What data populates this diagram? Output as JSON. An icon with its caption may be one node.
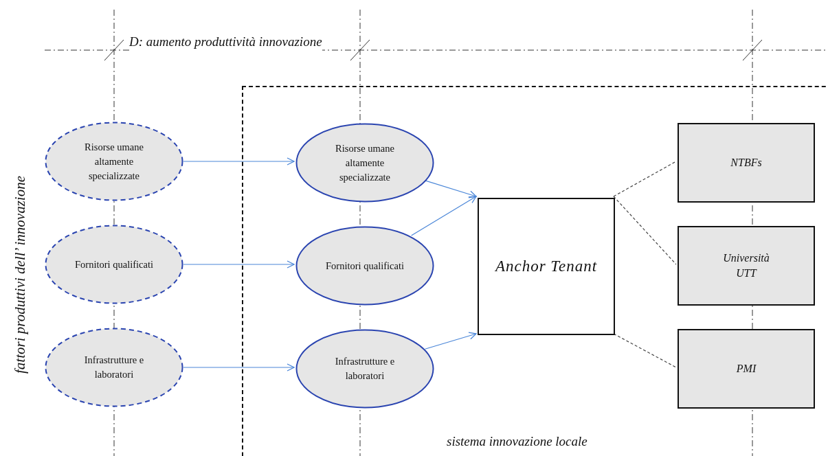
{
  "diagram": {
    "nodes": [
      {
        "text": [
          "Risorse umane altamente specializzate"
        ]
      },
      {
        "text": [
          "Fornitori qualificati"
        ]
      },
      {
        "text": [
          "Infrastrutture e laboratori"
        ]
      },
      {
        "text": [
          "sistema innovazione locale"
        ]
      },
      {
        "text": [
          "Risorse umane altamente specializzate"
        ],
        "in": 3
      },
      {
        "text": [
          "Fornitori qualificati"
        ],
        "in": 3
      },
      {
        "text": [
          "Infrastrutture e laboratori"
        ],
        "in": 3
      },
      {
        "text": [
          "Anchor Tenant"
        ],
        "in": 3
      },
      {
        "text": [
          "NTBFs"
        ],
        "in": 3
      },
      {
        "text": [
          "Università UTT"
        ],
        "in": 3
      },
      {
        "text": [
          "PMI"
        ],
        "in": 3
      }
    ],
    "edges": [
      {
        "from": 0,
        "to": 4,
        "arrow": "to"
      },
      {
        "from": 1,
        "to": 5,
        "arrow": "to"
      },
      {
        "from": 2,
        "to": 6,
        "arrow": "to"
      },
      {
        "from": 4,
        "to": 7,
        "arrow": "to"
      },
      {
        "from": 5,
        "to": 7,
        "arrow": "to"
      },
      {
        "from": 6,
        "to": 7,
        "arrow": "to"
      },
      {
        "from": 7,
        "to": 8,
        "arrow": "none",
        "style": "dashed",
        "color": "#444444"
      },
      {
        "from": 7,
        "to": 9,
        "arrow": "none",
        "style": "dashed",
        "color": "#444444"
      },
      {
        "from": 7,
        "to": 10,
        "arrow": "none",
        "style": "dashed",
        "color": "#444444"
      }
    ],
    "labels": [
      "D: aumento produttività innovazione",
      "fattori produttivi dell’ innovazione"
    ]
  }
}
